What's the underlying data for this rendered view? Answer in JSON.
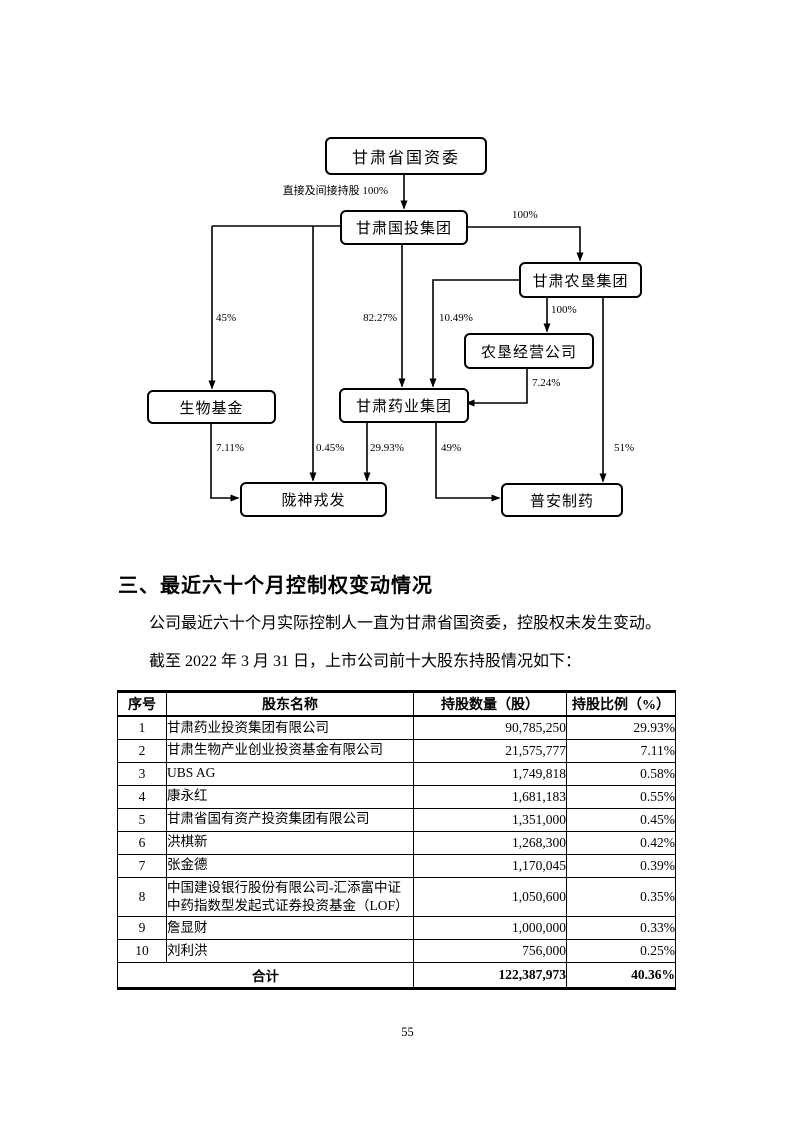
{
  "colors": {
    "ink": "#000000",
    "paper": "#ffffff"
  },
  "diagram": {
    "nodes": {
      "gov": "甘肃省国资委",
      "guotou": "甘肃国投集团",
      "nongken": "甘肃农垦集团",
      "nkjy": "农垦经营公司",
      "swjj": "生物基金",
      "yaoye": "甘肃药业集团",
      "longshen": "陇神戎发",
      "puan": "普安制药"
    },
    "edge_labels": {
      "direct_indirect": "直接及间接持股 100%",
      "guotou_nongken": "100%",
      "guotou_swjj": "45%",
      "guotou_yaoye": "82.27%",
      "nongken_yaoye": "10.49%",
      "nongken_nkjy": "100%",
      "nkjy_yaoye": "7.24%",
      "nongken_puan": "51%",
      "swjj_longshen": "7.11%",
      "guotou_longshen": "0.45%",
      "yaoye_longshen": "29.93%",
      "yaoye_puan": "49%"
    }
  },
  "section": {
    "heading": "三、最近六十个月控制权变动情况",
    "para1": "公司最近六十个月实际控制人一直为甘肃省国资委，控股权未发生变动。",
    "para2": "截至 2022 年 3 月 31 日，上市公司前十大股东持股情况如下："
  },
  "table": {
    "headers": [
      "序号",
      "股东名称",
      "持股数量（股）",
      "持股比例（%）"
    ],
    "rows": [
      {
        "no": "1",
        "name": "甘肃药业投资集团有限公司",
        "shares": "90,785,250",
        "ratio": "29.93%"
      },
      {
        "no": "2",
        "name": "甘肃生物产业创业投资基金有限公司",
        "shares": "21,575,777",
        "ratio": "7.11%"
      },
      {
        "no": "3",
        "name": "UBS AG",
        "shares": "1,749,818",
        "ratio": "0.58%"
      },
      {
        "no": "4",
        "name": "康永红",
        "shares": "1,681,183",
        "ratio": "0.55%"
      },
      {
        "no": "5",
        "name": "甘肃省国有资产投资集团有限公司",
        "shares": "1,351,000",
        "ratio": "0.45%"
      },
      {
        "no": "6",
        "name": "洪棋新",
        "shares": "1,268,300",
        "ratio": "0.42%"
      },
      {
        "no": "7",
        "name": "张金德",
        "shares": "1,170,045",
        "ratio": "0.39%"
      },
      {
        "no": "8",
        "name": "中国建设银行股份有限公司-汇添富中证中药指数型发起式证券投资基金（LOF）",
        "shares": "1,050,600",
        "ratio": "0.35%"
      },
      {
        "no": "9",
        "name": "詹显财",
        "shares": "1,000,000",
        "ratio": "0.33%"
      },
      {
        "no": "10",
        "name": "刘利洪",
        "shares": "756,000",
        "ratio": "0.25%"
      }
    ],
    "total": {
      "label": "合计",
      "shares": "122,387,973",
      "ratio": "40.36%"
    }
  },
  "page": {
    "number": "55"
  }
}
